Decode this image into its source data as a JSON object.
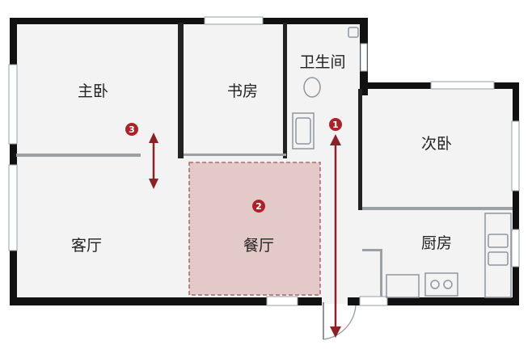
{
  "rooms": {
    "master_bedroom": "主卧",
    "study": "书房",
    "bathroom": "卫生间",
    "second_bedroom": "次卧",
    "living_room": "客厅",
    "dining_room": "餐厅",
    "kitchen": "厨房"
  },
  "markers": {
    "m1": "1",
    "m2": "2",
    "m3": "3"
  },
  "colors": {
    "wall": "#111111",
    "floor": "#f3f3f4",
    "highlight_fill": "#e3c9c8",
    "highlight_border": "#a56a6a",
    "marker": "#a8242a",
    "arrow": "#8a2228",
    "window": "#c9ced4",
    "fixture": "#8f969e"
  }
}
